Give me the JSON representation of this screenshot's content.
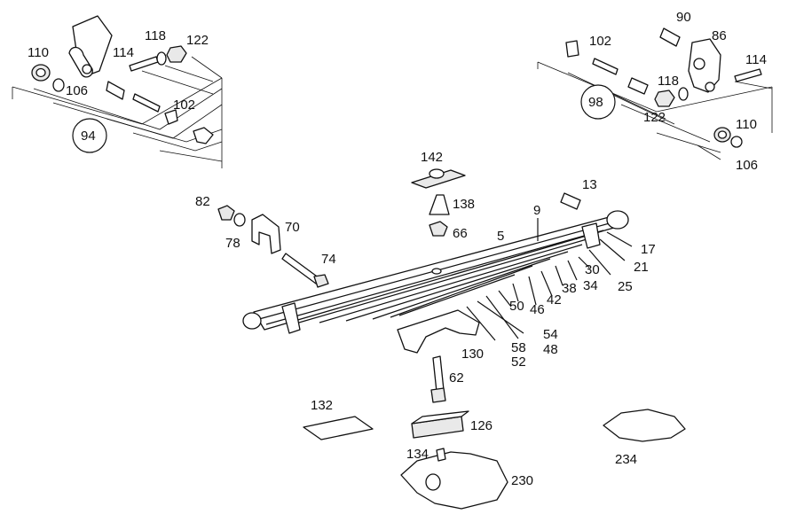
{
  "labels": {
    "l90": "90",
    "l86": "86",
    "l102r": "102",
    "l114r": "114",
    "l118r": "118",
    "l98": "98",
    "l122r": "122",
    "l110r": "110",
    "l106r": "106",
    "l110l": "110",
    "l118l": "118",
    "l122l": "122",
    "l114l": "114",
    "l106l": "106",
    "l102l": "102",
    "l94": "94",
    "l142": "142",
    "l138": "138",
    "l66": "66",
    "l13": "13",
    "l82": "82",
    "l70": "70",
    "l78": "78",
    "l74": "74",
    "l9": "9",
    "l5": "5",
    "l17": "17",
    "l21": "21",
    "l30": "30",
    "l25": "25",
    "l38": "38",
    "l34": "34",
    "l42": "42",
    "l46": "46",
    "l50": "50",
    "l54": "54",
    "l48": "48",
    "l58": "58",
    "l52": "52",
    "l130": "130",
    "l62": "62",
    "l132": "132",
    "l126": "126",
    "l134": "134",
    "l230": "230",
    "l234": "234"
  }
}
